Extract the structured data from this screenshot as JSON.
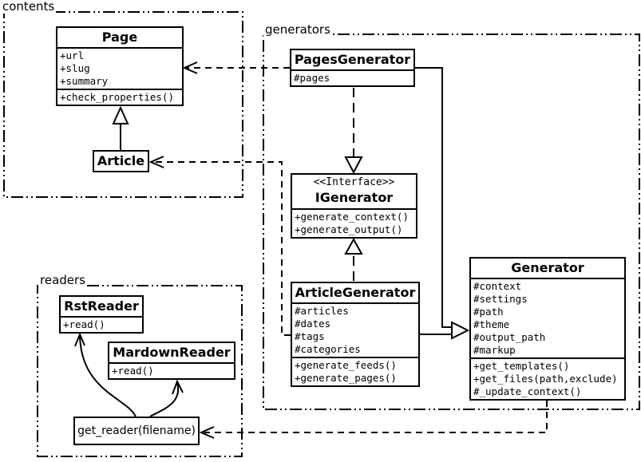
{
  "packages": {
    "contents": {
      "label": "contents"
    },
    "generators": {
      "label": "generators"
    },
    "readers": {
      "label": "readers"
    }
  },
  "classes": {
    "page": {
      "name": "Page",
      "attributes": [
        "+url",
        "+slug",
        "+summary"
      ],
      "methods": [
        "+check_properties()"
      ]
    },
    "article": {
      "name": "Article"
    },
    "pages_generator": {
      "name": "PagesGenerator",
      "attributes": [
        "#pages"
      ]
    },
    "igenerator": {
      "stereotype": "<<Interface>>",
      "name": "IGenerator",
      "methods": [
        "+generate_context()",
        "+generate_output()"
      ]
    },
    "article_generator": {
      "name": "ArticleGenerator",
      "attributes": [
        "#articles",
        "#dates",
        "#tags",
        "#categories"
      ],
      "methods": [
        "+generate_feeds()",
        "+generate_pages()"
      ]
    },
    "generator": {
      "name": "Generator",
      "attributes": [
        "#context",
        "#settings",
        "#path",
        "#theme",
        "#output_path",
        "#markup"
      ],
      "methods": [
        "+get_templates()",
        "+get_files(path,exclude)",
        "#_update_context()"
      ]
    },
    "rst_reader": {
      "name": "RstReader",
      "methods": [
        "+read()"
      ]
    },
    "markdown_reader": {
      "name": "MardownReader",
      "methods": [
        "+read()"
      ]
    },
    "get_reader": {
      "name": "get_reader(filename)"
    }
  },
  "relationships": [
    {
      "from": "Article",
      "to": "Page",
      "type": "inheritance"
    },
    {
      "from": "PagesGenerator",
      "to": "IGenerator",
      "type": "realization"
    },
    {
      "from": "ArticleGenerator",
      "to": "IGenerator",
      "type": "realization"
    },
    {
      "from": "PagesGenerator",
      "to": "Generator",
      "type": "inheritance"
    },
    {
      "from": "ArticleGenerator",
      "to": "Generator",
      "type": "inheritance"
    },
    {
      "from": "PagesGenerator",
      "to": "Page",
      "type": "dependency"
    },
    {
      "from": "ArticleGenerator",
      "to": "Article",
      "type": "dependency"
    },
    {
      "from": "Generator",
      "to": "get_reader(filename)",
      "type": "dependency"
    },
    {
      "from": "get_reader(filename)",
      "to": "RstReader",
      "type": "arrow"
    },
    {
      "from": "get_reader(filename)",
      "to": "MardownReader",
      "type": "arrow"
    }
  ],
  "colors": {
    "line": "#000000",
    "background": "#ffffff"
  }
}
